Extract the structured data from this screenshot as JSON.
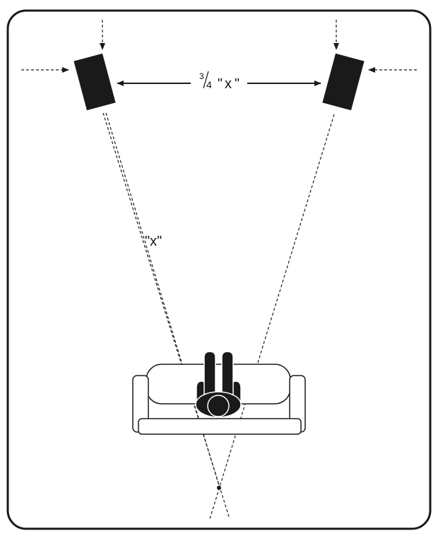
{
  "diagram": {
    "speaker_spacing_label": {
      "numerator": "3",
      "denominator": "4",
      "quote_open": "\"",
      "variable": "x",
      "quote_close": "\""
    },
    "listener_distance_label": "\"x\""
  },
  "colors": {
    "ink": "#1a1a1a",
    "background": "#ffffff"
  }
}
